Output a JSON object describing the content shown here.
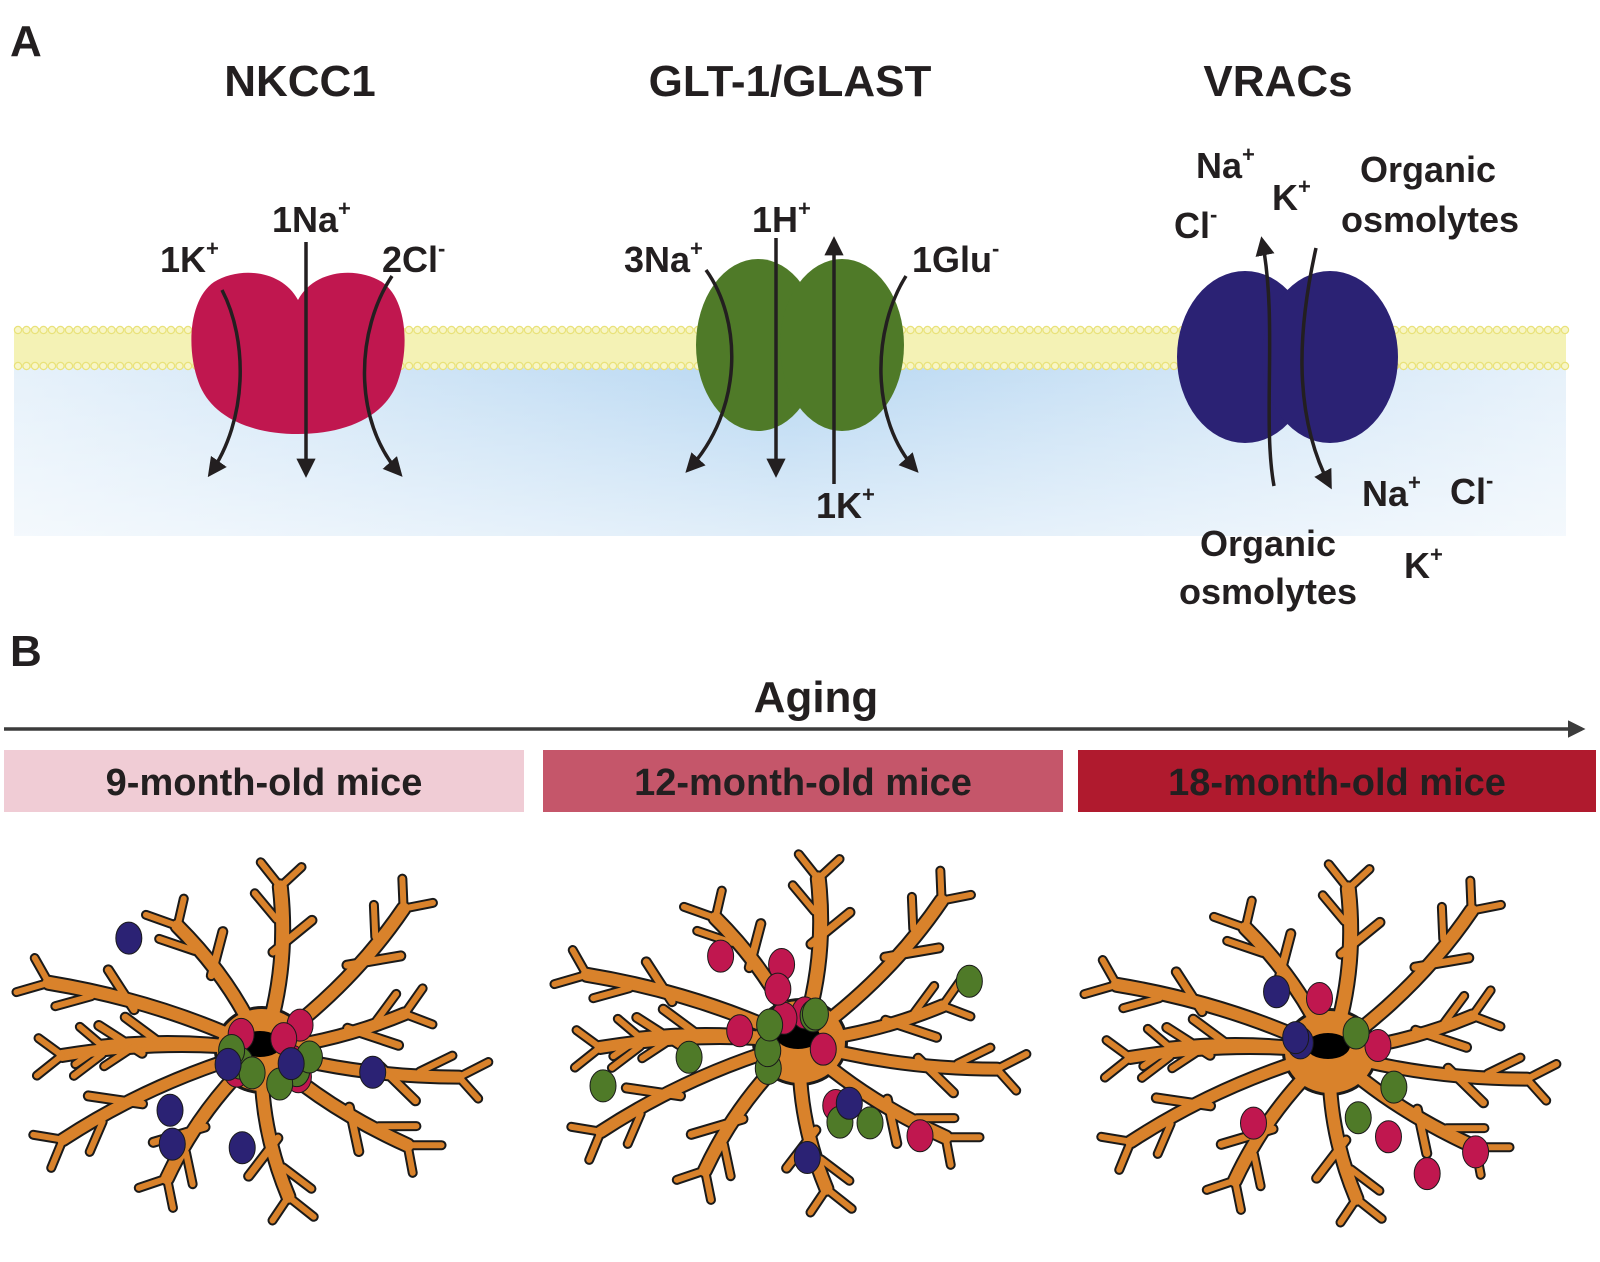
{
  "panel_a": {
    "letter": "A",
    "transporters": [
      {
        "name": "NKCC1",
        "color": "#c0174f",
        "ions": [
          {
            "base": "1K",
            "sup": "+"
          },
          {
            "base": "1Na",
            "sup": "+"
          },
          {
            "base": "2Cl",
            "sup": "-"
          }
        ]
      },
      {
        "name": "GLT-1/GLAST",
        "color": "#4f7a28",
        "ions": [
          {
            "base": "3Na",
            "sup": "+"
          },
          {
            "base": "1H",
            "sup": "+"
          },
          {
            "base": "1Glu",
            "sup": "-"
          },
          {
            "base": "1K",
            "sup": "+"
          }
        ]
      },
      {
        "name": "VRACs",
        "color": "#2b2274",
        "ions_top": [
          {
            "base": "Na",
            "sup": "+"
          },
          {
            "base": "K",
            "sup": "+"
          },
          {
            "base": "Cl",
            "sup": "-"
          }
        ],
        "osmolytes_top": [
          "Organic",
          "osmolytes"
        ],
        "ions_bottom": [
          {
            "base": "Na",
            "sup": "+"
          },
          {
            "base": "Cl",
            "sup": "-"
          },
          {
            "base": "K",
            "sup": "+"
          }
        ],
        "osmolytes_bottom": [
          "Organic",
          "osmolytes"
        ]
      }
    ],
    "colors": {
      "membrane": "#f2f0a8",
      "membrane_bead": "#e9e27a",
      "intracellular": "#b9d8f2",
      "arrow": "#231f20"
    }
  },
  "panel_b": {
    "letter": "B",
    "axis_label": "Aging",
    "groups": [
      {
        "label": "9-month-old mice",
        "color": "#f0ccd5",
        "text_color": "#231f20",
        "counts": {
          "NKCC1": 6,
          "GLT-1/GLAST": 6,
          "VRACs": 7
        }
      },
      {
        "label": "12-month-old mice",
        "color": "#c5566a",
        "text_color": "#231f20",
        "counts": {
          "NKCC1": 9,
          "GLT-1/GLAST": 10,
          "VRACs": 2
        }
      },
      {
        "label": "18-month-old mice",
        "color": "#b01a2e",
        "text_color": "#231f20",
        "counts": {
          "NKCC1": 6,
          "GLT-1/GLAST": 3,
          "VRACs": 3
        }
      }
    ],
    "colors": {
      "astrocyte": "#d9822b",
      "astrocyte_outline": "#1a1a1a",
      "nucleus": "#000000"
    }
  }
}
